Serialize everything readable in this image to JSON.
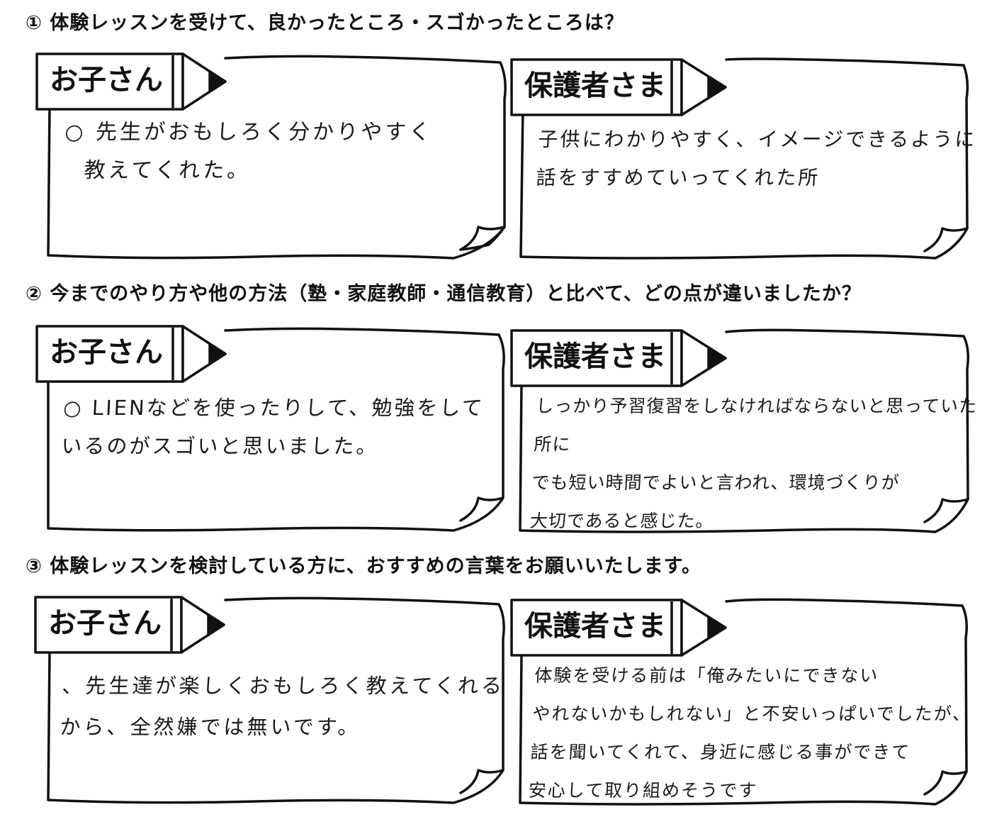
{
  "questions": [
    {
      "title": "① 体験レッスンを受けて、良かったところ・スゴかったところは？",
      "child": {
        "label": "お子さん",
        "lines": [
          "○ 先生がおもしろく分かりやすく",
          "教えてくれた。"
        ]
      },
      "parent": {
        "label": "保護者さま",
        "lines": [
          "子供にわかりやすく、イメージできるように",
          "話をすすめていってくれた所"
        ]
      }
    },
    {
      "title": "② 今までのやり方や他の方法（塾・家庭教師・通信教育）と比べて、どの点が違いましたか？",
      "child": {
        "label": "お子さん",
        "lines": [
          "○ LIENなどを使ったりして、勉強をして",
          "いるのがスゴいと思いました。"
        ]
      },
      "parent": {
        "label": "保護者さま",
        "lines": [
          "しっかり予習復習をしなければならないと思っていた所に",
          "でも短い時間でよいと言われ、環境づくりが",
          "大切であると感じた。"
        ]
      }
    },
    {
      "title": "③ 体験レッスンを検討している方に、おすすめの言葉をお願いいたします。",
      "child": {
        "label": "お子さん",
        "lines": [
          "、先生達が楽しくおもしろく教えてくれる",
          "から、全然嫌では無いです。"
        ]
      },
      "parent": {
        "label": "保護者さま",
        "lines": [
          "体験を受ける前は「俺みたいにできない",
          "やれないかもしれない」と不安いっぱいでしたが、",
          "話を聞いてくれて、身近に感じる事ができて",
          "安心して取り組めそうです"
        ]
      }
    }
  ]
}
